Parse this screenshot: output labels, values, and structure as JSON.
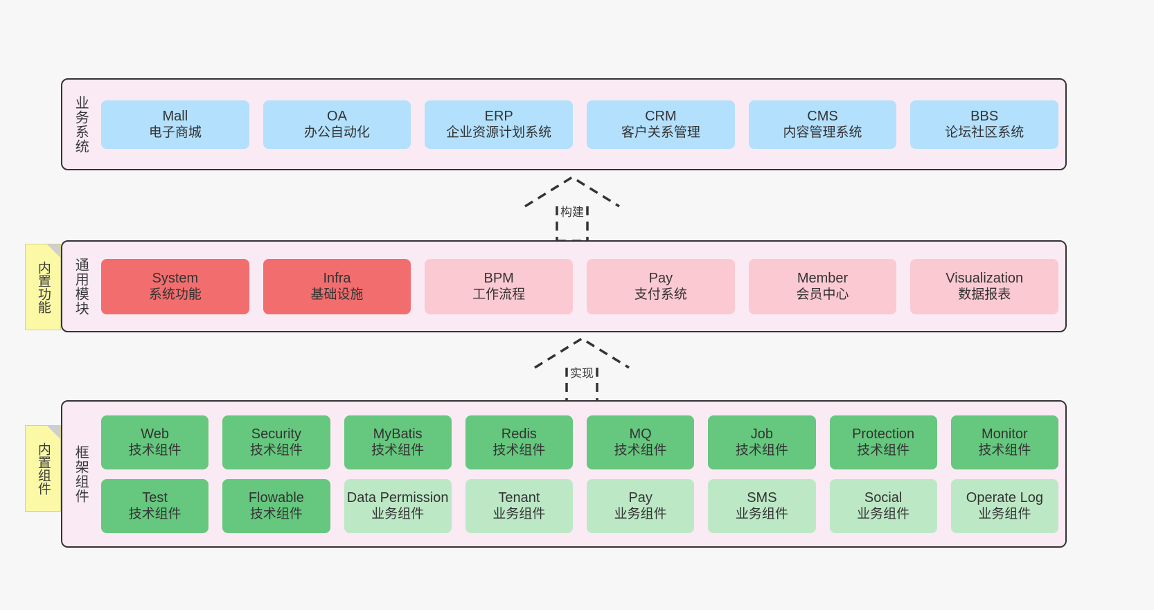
{
  "diagram": {
    "layers": [
      {
        "id": "business",
        "title": "业务系统",
        "rows": [
          {
            "cards": [
              {
                "name": "Mall",
                "sub": "电子商城"
              },
              {
                "name": "OA",
                "sub": "办公自动化"
              },
              {
                "name": "ERP",
                "sub": "企业资源计划系统"
              },
              {
                "name": "CRM",
                "sub": "客户关系管理"
              },
              {
                "name": "CMS",
                "sub": "内容管理系统"
              },
              {
                "name": "BBS",
                "sub": "论坛社区系统"
              }
            ]
          }
        ]
      },
      {
        "id": "modules",
        "title": "通用模块",
        "note": "内置功能",
        "rows": [
          {
            "cards": [
              {
                "name": "System",
                "sub": "系统功能"
              },
              {
                "name": "Infra",
                "sub": "基础设施"
              },
              {
                "name": "BPM",
                "sub": "工作流程"
              },
              {
                "name": "Pay",
                "sub": "支付系统"
              },
              {
                "name": "Member",
                "sub": "会员中心"
              },
              {
                "name": "Visualization",
                "sub": "数据报表"
              }
            ]
          }
        ]
      },
      {
        "id": "framework",
        "title": "框架组件",
        "note": "内置组件",
        "rows": [
          {
            "cards": [
              {
                "name": "Web",
                "sub": "技术组件"
              },
              {
                "name": "Security",
                "sub": "技术组件"
              },
              {
                "name": "MyBatis",
                "sub": "技术组件"
              },
              {
                "name": "Redis",
                "sub": "技术组件"
              },
              {
                "name": "MQ",
                "sub": "技术组件"
              },
              {
                "name": "Job",
                "sub": "技术组件"
              },
              {
                "name": "Protection",
                "sub": "技术组件"
              },
              {
                "name": "Monitor",
                "sub": "技术组件"
              }
            ]
          },
          {
            "cards": [
              {
                "name": "Test",
                "sub": "技术组件"
              },
              {
                "name": "Flowable",
                "sub": "技术组件"
              },
              {
                "name": "Data Permission",
                "sub": "业务组件"
              },
              {
                "name": "Tenant",
                "sub": "业务组件"
              },
              {
                "name": "Pay",
                "sub": "业务组件"
              },
              {
                "name": "SMS",
                "sub": "业务组件"
              },
              {
                "name": "Social",
                "sub": "业务组件"
              },
              {
                "name": "Operate Log",
                "sub": "业务组件"
              }
            ]
          }
        ]
      }
    ],
    "connectors": [
      {
        "id": "build",
        "label": "构建"
      },
      {
        "id": "implement",
        "label": "实现"
      }
    ],
    "colors": {
      "panel_background": "#f9eaf4",
      "panel_border": "#333333",
      "business_card": "#b3e0fc",
      "module_active_card": "#f26d6d",
      "module_card": "#fbc9d2",
      "framework_tech_card": "#66c77e",
      "framework_business_card": "#bde8c6",
      "note_background": "#fbf8a6",
      "canvas_background": "#f7f7f7"
    }
  }
}
